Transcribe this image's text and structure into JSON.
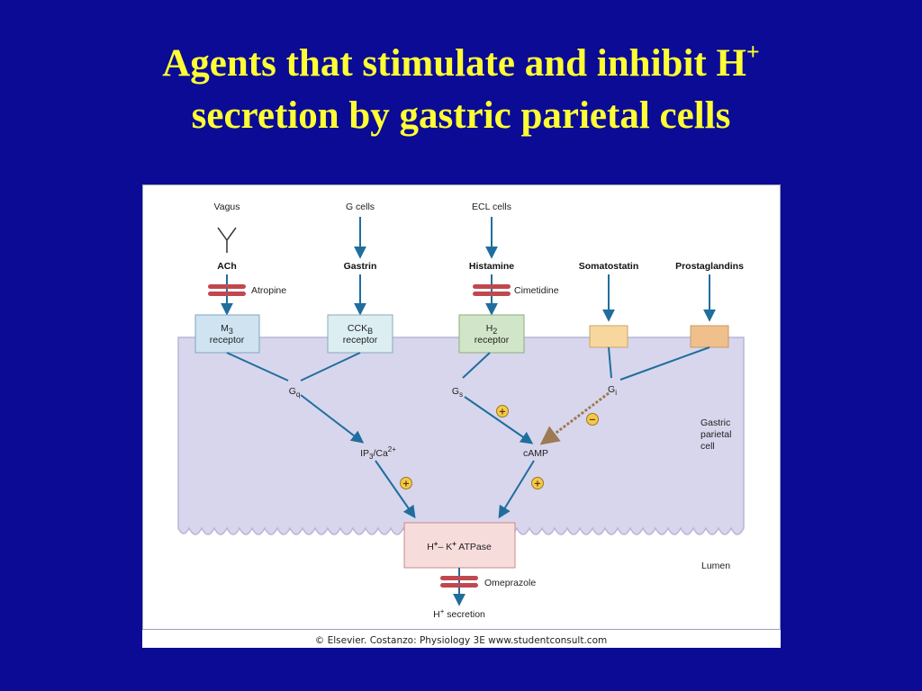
{
  "slide": {
    "title_line1": "Agents that stimulate and inhibit H",
    "title_sup": "+",
    "title_line2": "secretion by gastric parietal cells"
  },
  "figure": {
    "sources": {
      "vagus": "Vagus",
      "g_cells": "G cells",
      "ecl_cells": "ECL cells"
    },
    "agents": {
      "ach": "ACh",
      "gastrin": "Gastrin",
      "histamine": "Histamine",
      "somatostatin": "Somatostatin",
      "prostaglandins": "Prostaglandins"
    },
    "blockers": {
      "atropine": "Atropine",
      "cimetidine": "Cimetidine",
      "omeprazole": "Omeprazole"
    },
    "receptors": {
      "m3_main": "M",
      "m3_sub": "3",
      "m3_line2": "receptor",
      "cckb_main": "CCK",
      "cckb_sub": "B",
      "cckb_line2": "receptor",
      "h2_main": "H",
      "h2_sub": "2",
      "h2_line2": "receptor"
    },
    "g_proteins": {
      "gq_main": "G",
      "gq_sub": "q",
      "gs_main": "G",
      "gs_sub": "s",
      "gi_main": "G",
      "gi_sub": "i"
    },
    "messengers": {
      "ip3_a": "IP",
      "ip3_sub": "3",
      "ip3_b": "/Ca",
      "ip3_sup": "2+",
      "camp": "cAMP"
    },
    "pump": {
      "h": "H",
      "h_sup": "+",
      "dash": "– K",
      "k_sup": "+",
      "rest": " ATPase"
    },
    "output": {
      "h": "H",
      "h_sup": "+",
      "rest": " secretion"
    },
    "cell_label": [
      "Gastric",
      "parietal",
      "cell"
    ],
    "lumen": "Lumen",
    "signs": {
      "plus": "+",
      "minus": "−"
    },
    "credit": "© Elsevier. Costanzo: Physiology 3E www.studentconsult.com"
  },
  "colors": {
    "background": "#0B0B96",
    "title": "#FFFF33",
    "arrow": "#1F6E9E",
    "cell": "#D8D6EC",
    "blocker": "#C0484F",
    "inhibitory": "#9C7A55"
  }
}
